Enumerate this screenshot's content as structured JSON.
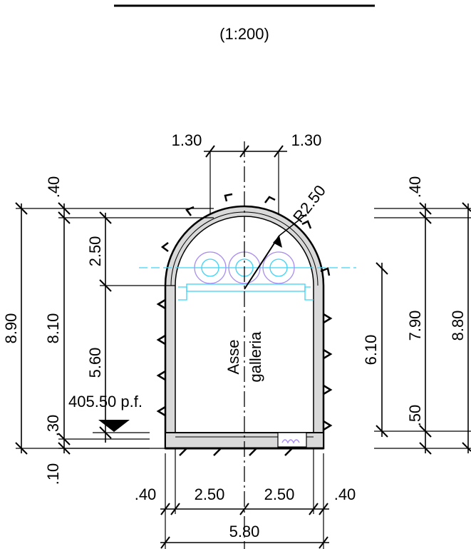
{
  "scale": "(1:200)",
  "axis_label": [
    "Asse",
    "galleria"
  ],
  "level_label": "405.50 p.f.",
  "radius_label": "R2.50",
  "left_dims": {
    "top_gap": ".40",
    "total": "8.90",
    "inner": "8.10",
    "arch": "2.50",
    "wall": "5.60",
    "slab": ".30",
    "base": ".10"
  },
  "right_dims": {
    "top_gap": ".40",
    "inner": "7.90",
    "total": "8.80",
    "wall": "6.10",
    "slab": ".50"
  },
  "top_dims": {
    "left": "1.30",
    "right": "1.30"
  },
  "bottom_dims": {
    "left_wall": ".40",
    "left_half": "2.50",
    "right_half": "2.50",
    "right_wall": ".40",
    "total": "5.80"
  },
  "colors": {
    "line": "#000000",
    "fill": "#d9d9d9",
    "cyan": "#3fd3f5",
    "violet": "#a98df0"
  }
}
